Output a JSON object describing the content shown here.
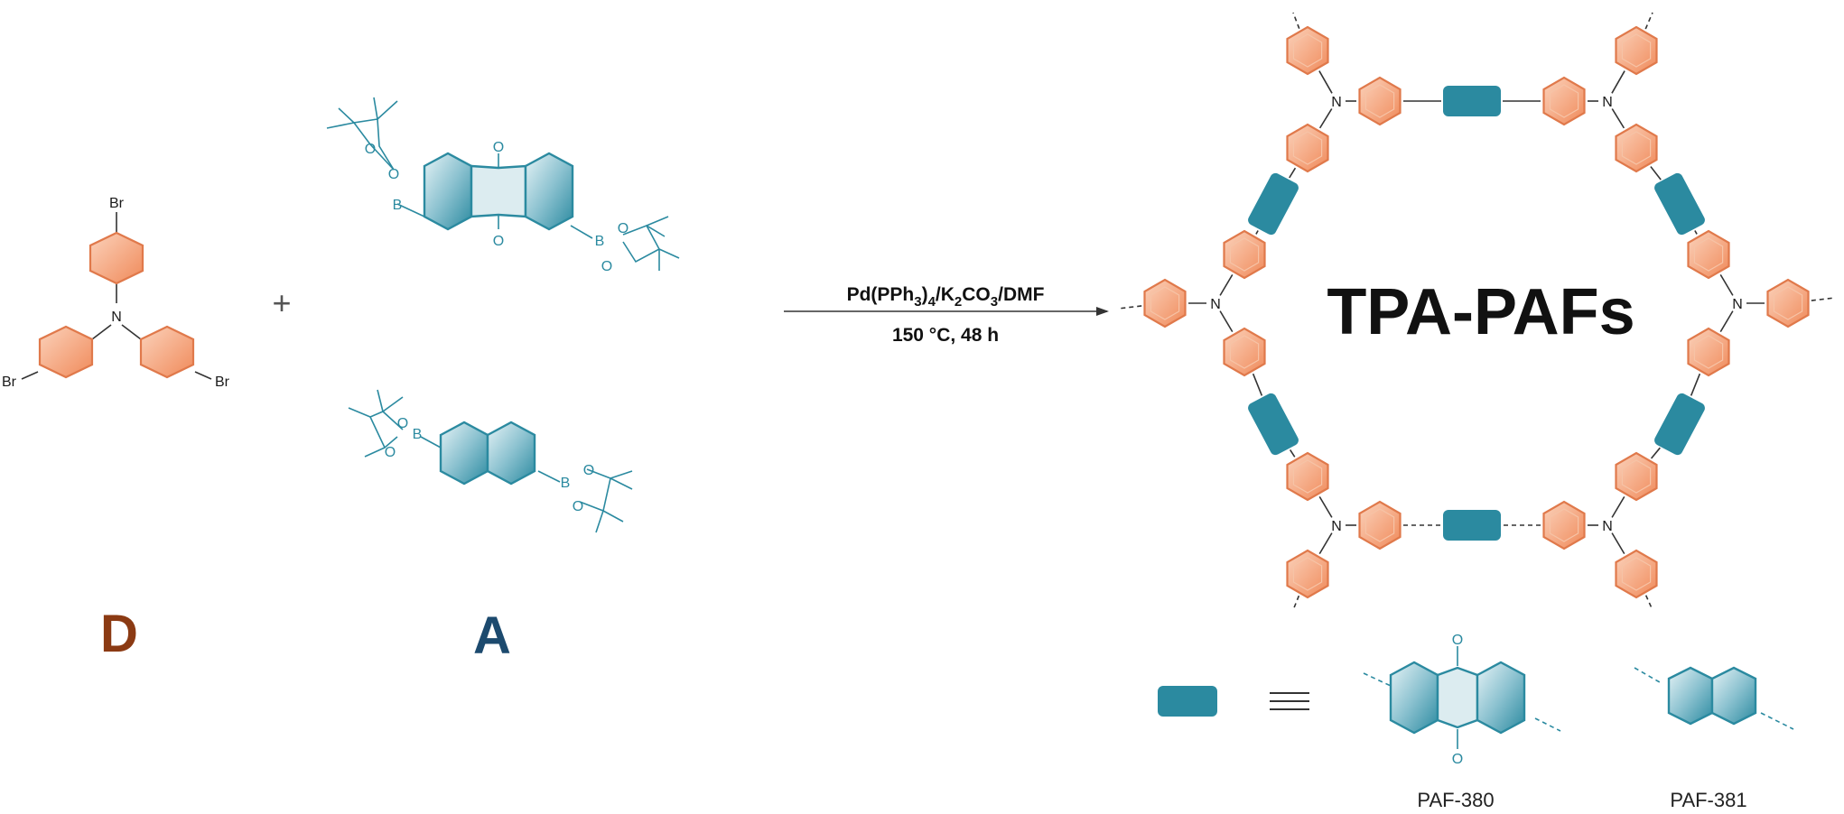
{
  "reactant_d": {
    "label": "D",
    "atoms": {
      "top": "Br",
      "left": "Br",
      "right": "Br",
      "center": "N"
    }
  },
  "reactant_a": {
    "label": "A",
    "boron": "B",
    "oxygen": "O",
    "carbonyl": "O"
  },
  "plus_sign": "+",
  "conditions": {
    "line1": {
      "p1": "Pd(PPh",
      "s1": "3",
      "p2": ")",
      "s2": "4",
      "p3": "/K",
      "s3": "2",
      "p4": "CO",
      "s4": "3",
      "p5": "/DMF"
    },
    "line2": "150 °C, 48 h"
  },
  "product": {
    "title": "TPA-PAFs",
    "nitrogen": "N"
  },
  "legend": {
    "equiv": "≡",
    "items": [
      {
        "caption": "PAF-380"
      },
      {
        "caption": "PAF-381"
      }
    ]
  },
  "colors": {
    "orange": "#f29a6e",
    "orange_fill": "#f8b48f",
    "teal": "#2b8aa0",
    "teal_light": "#b9dbe4",
    "brown": "#8b3a13",
    "navy": "#1c4a6e"
  }
}
